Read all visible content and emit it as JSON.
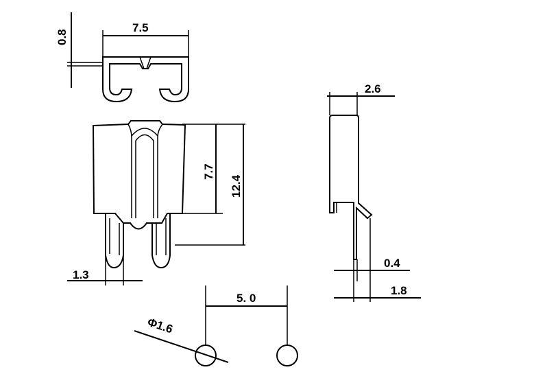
{
  "dimensions": {
    "top_width": "7.5",
    "top_thickness": "0.8",
    "body_height": "7.7",
    "total_height": "12.4",
    "pin_width": "1.3",
    "side_width": "2.6",
    "side_thickness": "0.4",
    "side_offset": "1.8",
    "hole_spacing": "5. 0",
    "hole_diameter": "Φ1.6"
  }
}
